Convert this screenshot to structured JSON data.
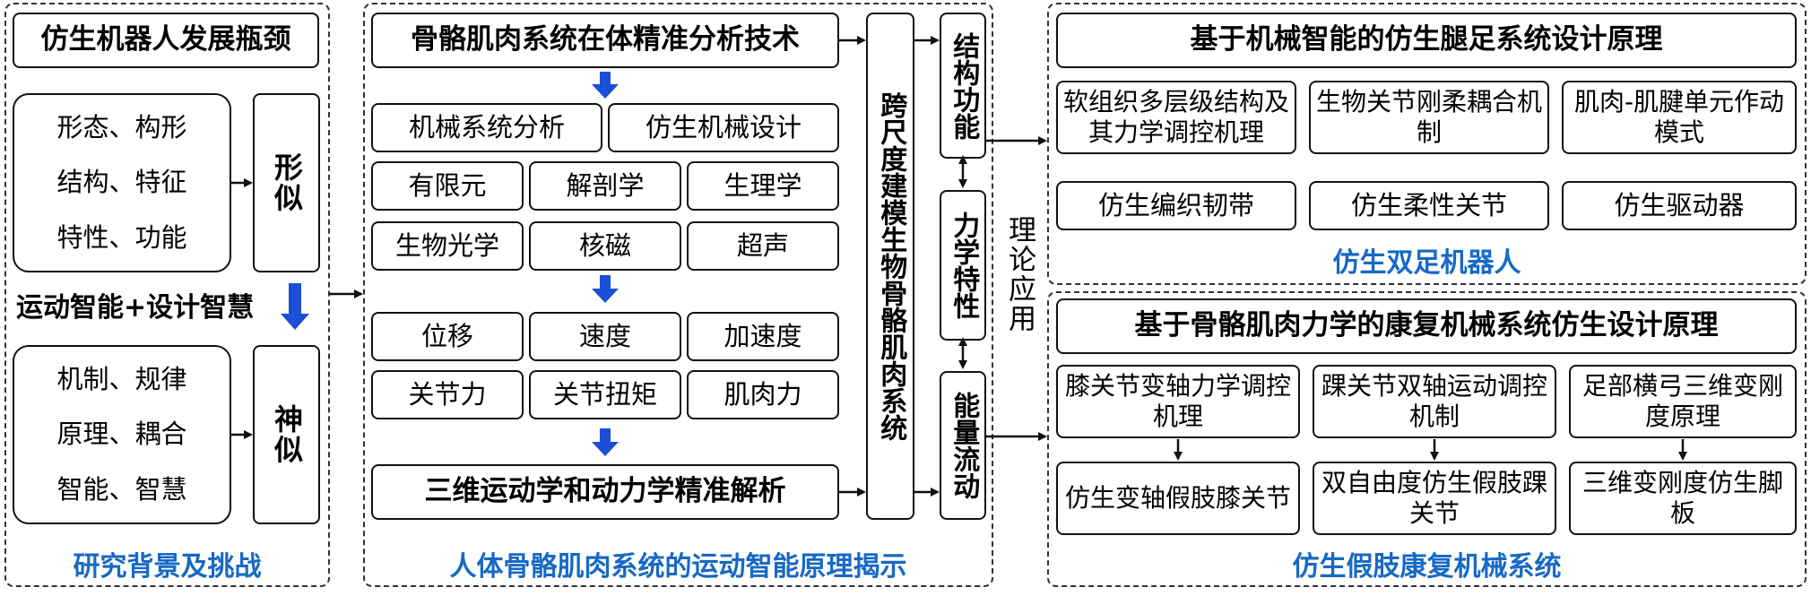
{
  "left": {
    "title": "仿生机器人发展瓶颈",
    "form_lines": [
      "形态、构形",
      "结构、特征",
      "特性、功能"
    ],
    "form_tag": "形似",
    "mid_label": "运动智能+设计智慧",
    "spirit_lines": [
      "机制、规律",
      "原理、耦合",
      "智能、智慧"
    ],
    "spirit_tag": "神似",
    "caption": "研究背景及挑战"
  },
  "middle": {
    "top": "骨骼肌肉系统在体精准分析技术",
    "row1": [
      "机械系统分析",
      "仿生机械设计"
    ],
    "row2": [
      "有限元",
      "解剖学",
      "生理学"
    ],
    "row3": [
      "生物光学",
      "核磁",
      "超声"
    ],
    "row4": [
      "位移",
      "速度",
      "加速度"
    ],
    "row5": [
      "关节力",
      "关节扭矩",
      "肌肉力"
    ],
    "bottom": "三维运动学和动力学精准解析",
    "modeling": "跨尺度建模生物骨骼肌肉系统",
    "props": [
      "结构功能",
      "力学特性",
      "能量流动"
    ],
    "caption": "人体骨骼肌肉系统的运动智能原理揭示"
  },
  "apply_label": "理论应用",
  "right_top": {
    "title": "基于机械智能的仿生腿足系统设计原理",
    "principles": [
      "软组织多层级结构及其力学调控机理",
      "生物关节刚柔耦合机制",
      "肌肉-肌腱单元作动模式"
    ],
    "devices": [
      "仿生编织韧带",
      "仿生柔性关节",
      "仿生驱动器"
    ],
    "caption": "仿生双足机器人"
  },
  "right_bottom": {
    "title": "基于骨骼肌肉力学的康复机械系统仿生设计原理",
    "principles": [
      "膝关节变轴力学调控机理",
      "踝关节双轴运动调控机制",
      "足部横弓三维变刚度原理"
    ],
    "devices": [
      "仿生变轴假肢膝关节",
      "双自由度仿生假肢踝关节",
      "三维变刚度仿生脚板"
    ],
    "caption": "仿生假肢康复机械系统"
  },
  "colors": {
    "accent": "#1769c4",
    "arrow_blue": "#1a4fd6"
  }
}
